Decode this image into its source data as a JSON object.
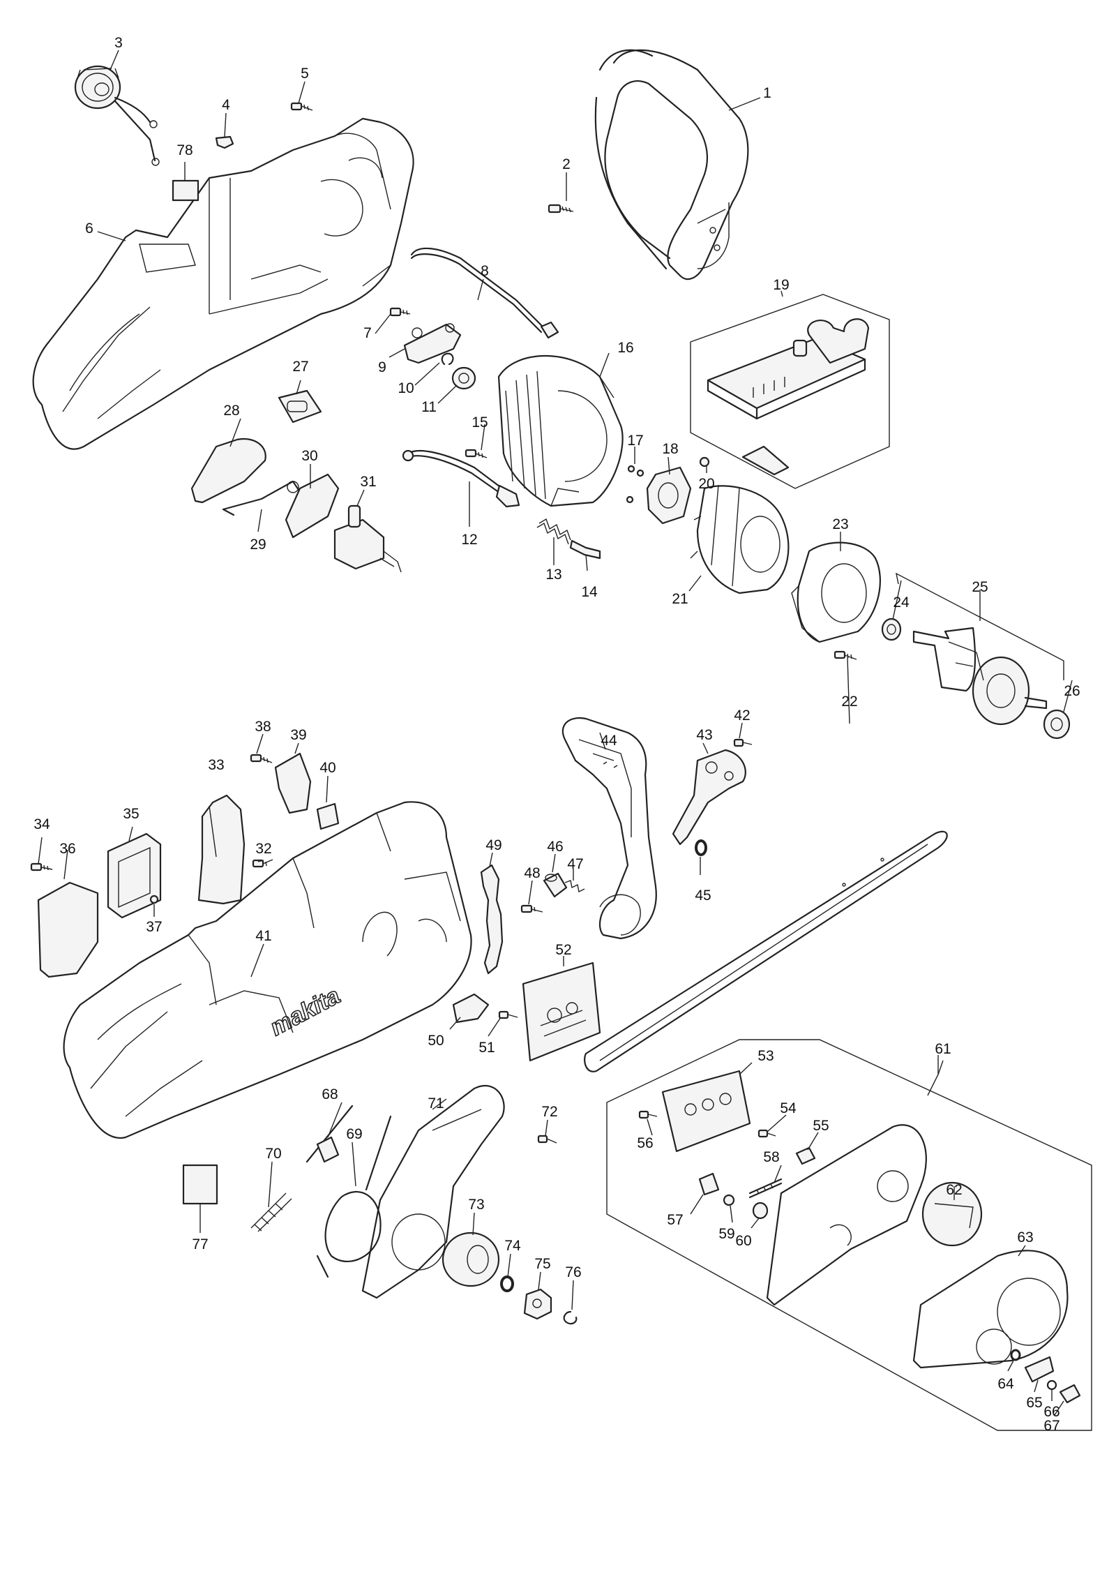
{
  "diagram": {
    "type": "exploded-parts-diagram",
    "brand_mark": "makita",
    "callouts": [
      {
        "id": "c1",
        "label": "1"
      },
      {
        "id": "c2",
        "label": "2"
      },
      {
        "id": "c3",
        "label": "3"
      },
      {
        "id": "c4",
        "label": "4"
      },
      {
        "id": "c5",
        "label": "5"
      },
      {
        "id": "c6",
        "label": "6"
      },
      {
        "id": "c7",
        "label": "7"
      },
      {
        "id": "c8",
        "label": "8"
      },
      {
        "id": "c9",
        "label": "9"
      },
      {
        "id": "c10",
        "label": "10"
      },
      {
        "id": "c11",
        "label": "11"
      },
      {
        "id": "c12",
        "label": "12"
      },
      {
        "id": "c13",
        "label": "13"
      },
      {
        "id": "c14",
        "label": "14"
      },
      {
        "id": "c15",
        "label": "15"
      },
      {
        "id": "c16",
        "label": "16"
      },
      {
        "id": "c17",
        "label": "17"
      },
      {
        "id": "c18",
        "label": "18"
      },
      {
        "id": "c19",
        "label": "19"
      },
      {
        "id": "c20",
        "label": "20"
      },
      {
        "id": "c21",
        "label": "21"
      },
      {
        "id": "c22",
        "label": "22"
      },
      {
        "id": "c23",
        "label": "23"
      },
      {
        "id": "c24",
        "label": "24"
      },
      {
        "id": "c25",
        "label": "25"
      },
      {
        "id": "c26",
        "label": "26"
      },
      {
        "id": "c27",
        "label": "27"
      },
      {
        "id": "c28",
        "label": "28"
      },
      {
        "id": "c29",
        "label": "29"
      },
      {
        "id": "c30",
        "label": "30"
      },
      {
        "id": "c31",
        "label": "31"
      },
      {
        "id": "c32",
        "label": "32"
      },
      {
        "id": "c33",
        "label": "33"
      },
      {
        "id": "c34",
        "label": "34"
      },
      {
        "id": "c35",
        "label": "35"
      },
      {
        "id": "c36",
        "label": "36"
      },
      {
        "id": "c37",
        "label": "37"
      },
      {
        "id": "c38",
        "label": "38"
      },
      {
        "id": "c39",
        "label": "39"
      },
      {
        "id": "c40",
        "label": "40"
      },
      {
        "id": "c41",
        "label": "41"
      },
      {
        "id": "c42",
        "label": "42"
      },
      {
        "id": "c43",
        "label": "43"
      },
      {
        "id": "c44",
        "label": "44"
      },
      {
        "id": "c45",
        "label": "45"
      },
      {
        "id": "c46",
        "label": "46"
      },
      {
        "id": "c47",
        "label": "47"
      },
      {
        "id": "c48",
        "label": "48"
      },
      {
        "id": "c49",
        "label": "49"
      },
      {
        "id": "c50",
        "label": "50"
      },
      {
        "id": "c51",
        "label": "51"
      },
      {
        "id": "c52",
        "label": "52"
      },
      {
        "id": "c53",
        "label": "53"
      },
      {
        "id": "c54",
        "label": "54"
      },
      {
        "id": "c55",
        "label": "55"
      },
      {
        "id": "c56",
        "label": "56"
      },
      {
        "id": "c57",
        "label": "57"
      },
      {
        "id": "c58",
        "label": "58"
      },
      {
        "id": "c59",
        "label": "59"
      },
      {
        "id": "c60",
        "label": "60"
      },
      {
        "id": "c61",
        "label": "61"
      },
      {
        "id": "c62",
        "label": "62"
      },
      {
        "id": "c63",
        "label": "63"
      },
      {
        "id": "c64",
        "label": "64"
      },
      {
        "id": "c65",
        "label": "65"
      },
      {
        "id": "c66",
        "label": "66"
      },
      {
        "id": "c67",
        "label": "67"
      },
      {
        "id": "c68",
        "label": "68"
      },
      {
        "id": "c69",
        "label": "69"
      },
      {
        "id": "c70",
        "label": "70"
      },
      {
        "id": "c71",
        "label": "71"
      },
      {
        "id": "c72",
        "label": "72"
      },
      {
        "id": "c73",
        "label": "73"
      },
      {
        "id": "c74",
        "label": "74"
      },
      {
        "id": "c75",
        "label": "75"
      },
      {
        "id": "c76",
        "label": "76"
      },
      {
        "id": "c77",
        "label": "77"
      },
      {
        "id": "c78",
        "label": "78"
      }
    ]
  }
}
